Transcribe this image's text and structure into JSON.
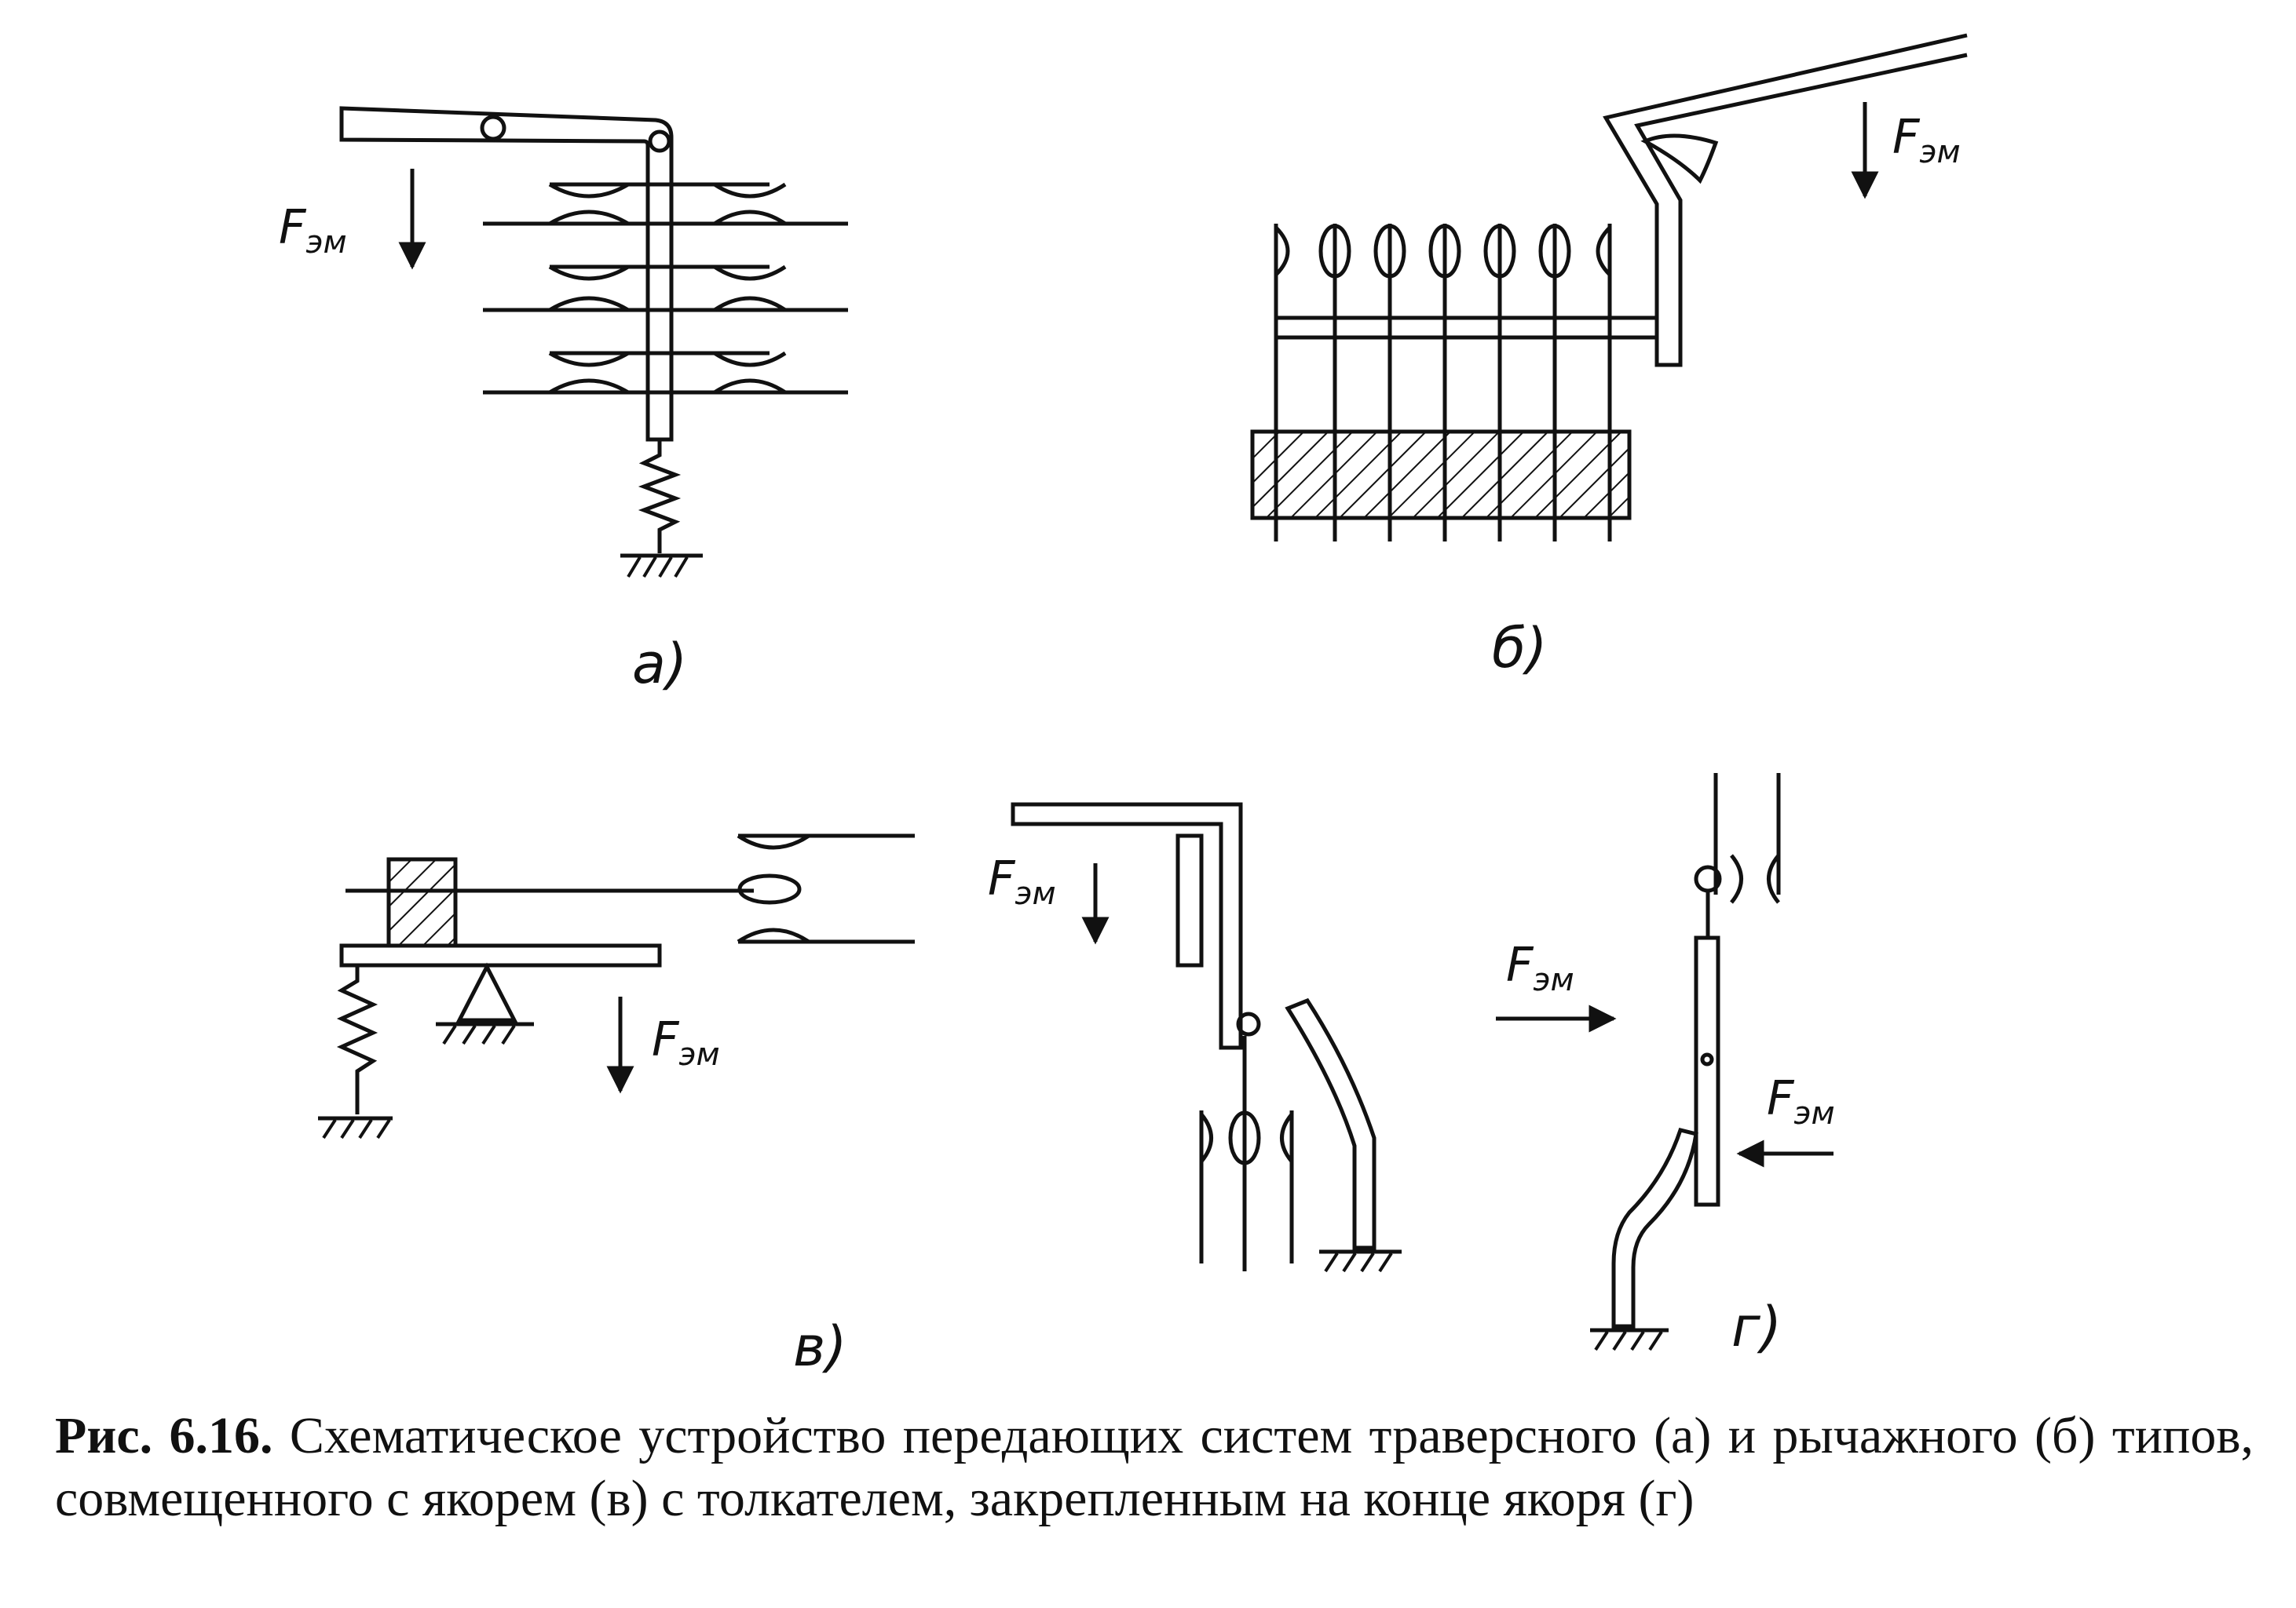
{
  "labels": {
    "a": "а)",
    "b": "б)",
    "v": "в)",
    "g": "г)"
  },
  "force": {
    "main": "F",
    "sub": "эм"
  },
  "caption": {
    "number": "Рис. 6.16.",
    "text": "Схематическое устройство передающих систем траверсного (а) и рычажного (б) типов, совмещенного с якорем (в) с толкателем, закрепленным на конце якоря (г)"
  },
  "colors": {
    "ink": "#111111",
    "paper": "#ffffff"
  }
}
